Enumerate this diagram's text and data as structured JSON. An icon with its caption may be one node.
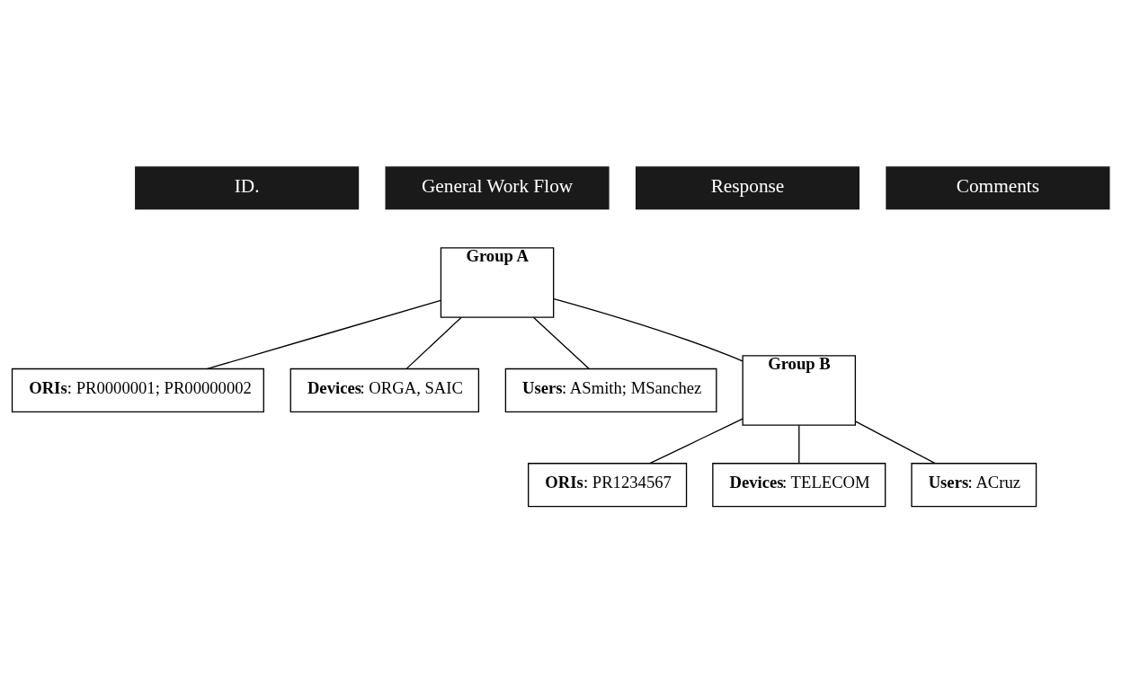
{
  "diagram": {
    "nodes": [
      {
        "text": [
          "Group A"
        ]
      },
      {
        "text": [
          "**ORIs**: PR0000001; PR00000002"
        ]
      },
      {
        "text": [
          "**Devices**: ORGA, SAIC"
        ]
      },
      {
        "text": [
          "**Users**: ASmith; MSanchez"
        ]
      },
      {
        "text": [
          "Group B"
        ]
      },
      {
        "text": [
          "**ORIs**: PR1234567"
        ]
      },
      {
        "text": [
          "**Devices**: TELECOM"
        ]
      },
      {
        "text": [
          "**Users**: ACruz"
        ]
      }
    ],
    "edges": [
      {
        "from": 0,
        "to": 1,
        "arrow": "none"
      },
      {
        "from": 0,
        "to": 2,
        "arrow": "none"
      },
      {
        "from": 0,
        "to": 3,
        "arrow": "none"
      },
      {
        "from": 0,
        "to": 4,
        "arrow": "none"
      },
      {
        "from": 4,
        "to": 5,
        "arrow": "none"
      },
      {
        "from": 4,
        "to": 6,
        "arrow": "none"
      },
      {
        "from": 4,
        "to": 7,
        "arrow": "none"
      }
    ],
    "labels": [
      "ID.",
      "General Work Flow",
      "Response",
      "Comments"
    ]
  }
}
